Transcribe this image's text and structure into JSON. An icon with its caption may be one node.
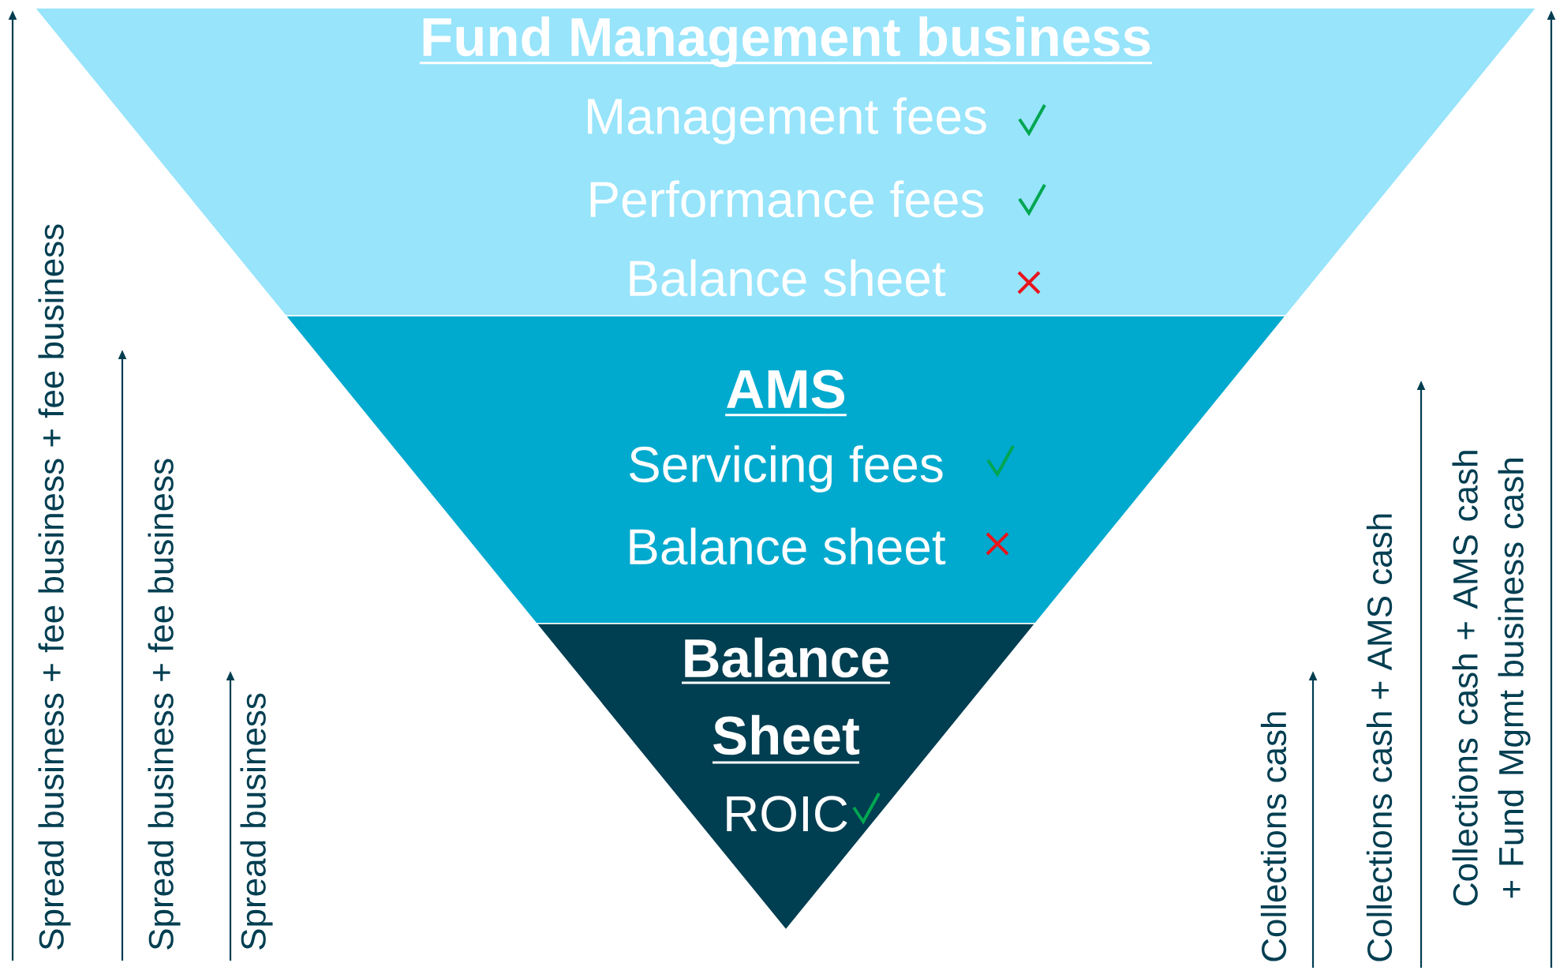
{
  "diagram": {
    "nodes": [
      {
        "text": [
          "Fund Management business",
          "Management fees",
          "Performance fees",
          "Balance sheet"
        ]
      },
      {
        "text": [
          "AMS",
          "Servicing fees",
          "Balance sheet"
        ]
      },
      {
        "text": [
          "Balance Sheet",
          "ROIC"
        ]
      }
    ],
    "labels": [
      "Spread business + fee business + fee business",
      "Spread business + fee business",
      "Spread business",
      "Collections cash",
      "Collections cash + AMS cash",
      "Collections cash + AMS cash + Fund Mgmt business cash"
    ]
  }
}
